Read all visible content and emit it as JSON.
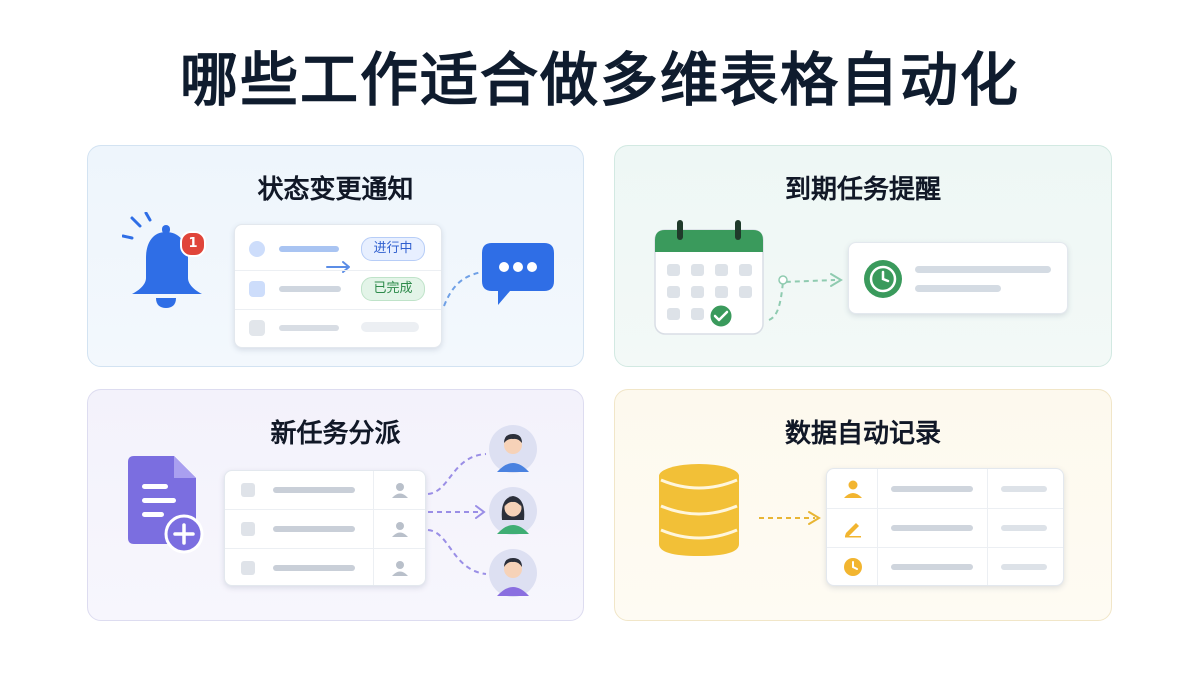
{
  "title": "哪些工作适合做多维表格自动化",
  "cards": [
    {
      "title": "状态变更通知",
      "accent": "#2f6ee6",
      "notification_count": "1",
      "status_labels": [
        "进行中",
        "已完成"
      ]
    },
    {
      "title": "到期任务提醒",
      "accent": "#3a9a5c"
    },
    {
      "title": "新任务分派",
      "accent": "#7b6ee0"
    },
    {
      "title": "数据自动记录",
      "accent": "#f2c037"
    }
  ],
  "icons": [
    "bell-icon",
    "chat-bubble-icon",
    "calendar-icon",
    "clock-icon",
    "document-add-icon",
    "user-icon",
    "avatar-icon",
    "database-icon",
    "pencil-icon",
    "check-circle-icon"
  ]
}
